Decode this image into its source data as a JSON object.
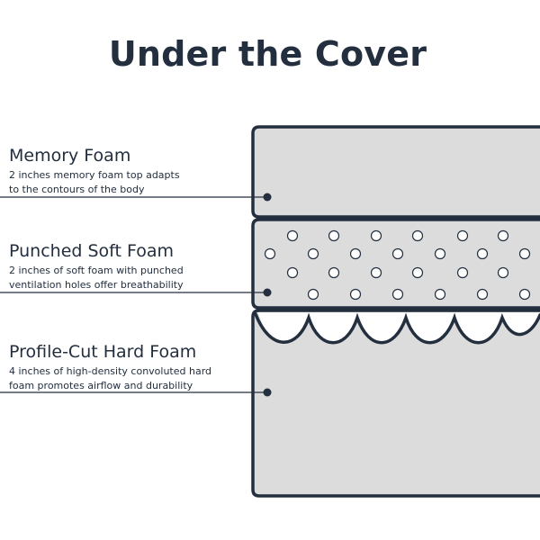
{
  "title": "Under the Cover",
  "layers": [
    {
      "name": "Memory Foam",
      "description_line1": "2 inches memory foam top adapts",
      "description_line2": "to the contours of the body"
    },
    {
      "name": "Punched Soft Foam",
      "description_line1": "2 inches of soft foam with punched",
      "description_line2": "ventilation holes offer breathability"
    },
    {
      "name": "Profile-Cut Hard Foam",
      "description_line1": "4 inches of high-density convoluted hard",
      "description_line2": "foam promotes airflow and durability"
    }
  ],
  "colors": {
    "ink": "#232f3e",
    "layer_fill": "#dcdcdc",
    "background": "#ffffff"
  }
}
